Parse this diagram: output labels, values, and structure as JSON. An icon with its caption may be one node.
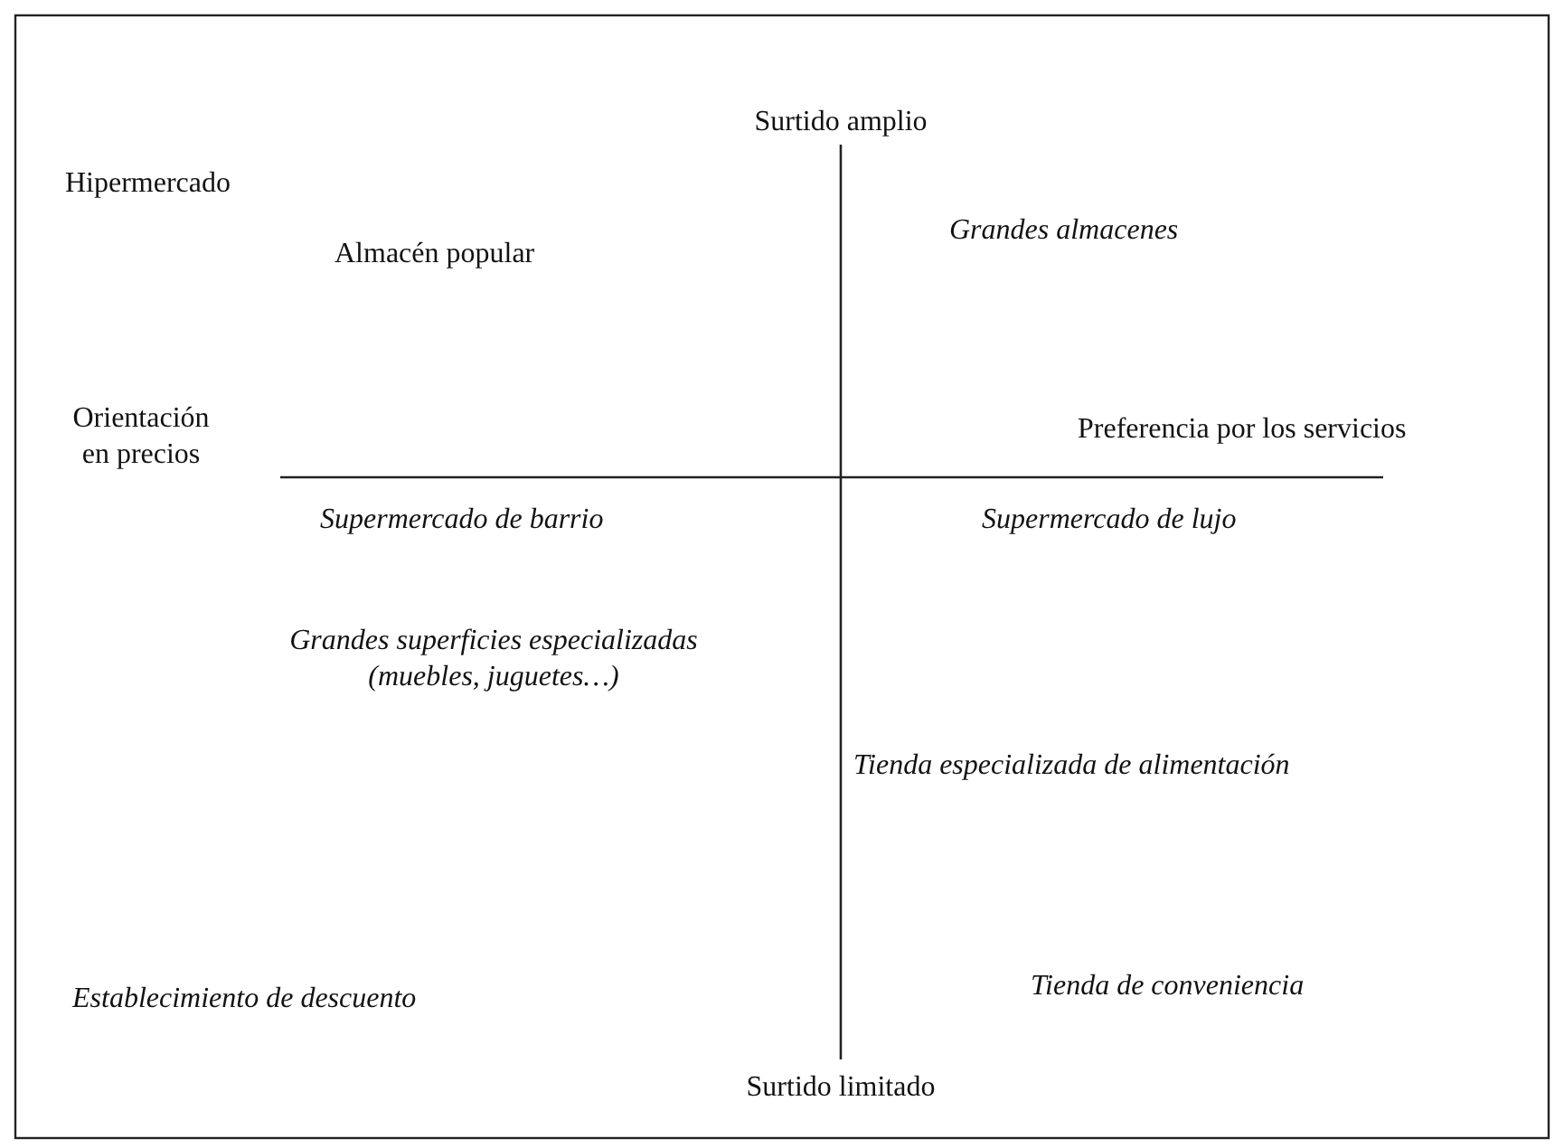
{
  "diagram": {
    "labels": [
      "Surtido amplio",
      "Hipermercado",
      "Grandes almacenes",
      "Almacén popular",
      "Orientación en precios",
      "Preferencia por los servicios",
      "Supermercado de barrio",
      "Supermercado de lujo",
      "Grandes superficies especializadas (muebles, juguetes…)",
      "Tienda especializada de alimentación",
      "Establecimiento de descuento",
      "Tienda de conveniencia",
      "Surtido limitado"
    ]
  }
}
